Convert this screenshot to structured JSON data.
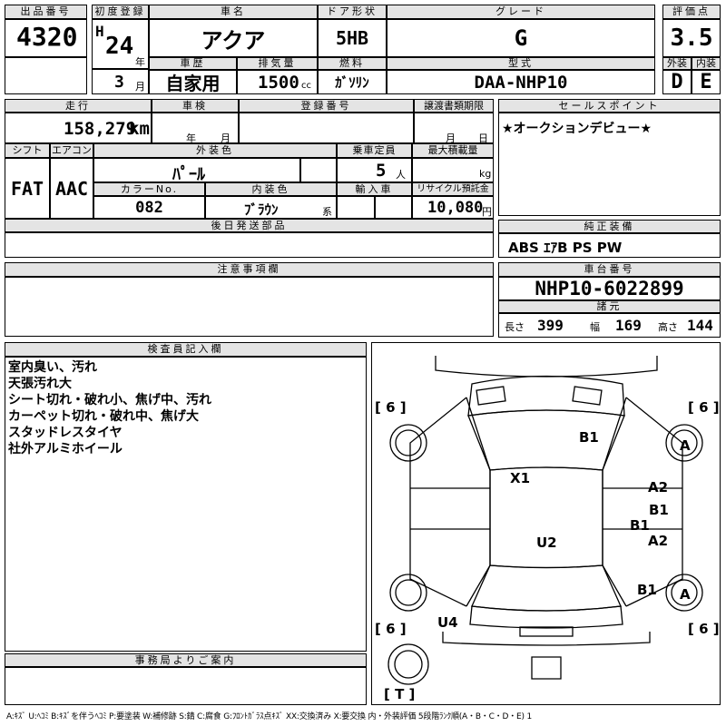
{
  "lot": {
    "label": "出品番号",
    "value": "4320"
  },
  "first_reg": {
    "label": "初度登録",
    "era": "H",
    "year": "24",
    "year_unit": "年",
    "month": "3",
    "month_unit": "月"
  },
  "car_name": {
    "label": "車名",
    "value": "アクア"
  },
  "door": {
    "label": "ドア形状",
    "value": "5HB"
  },
  "grade": {
    "label": "グレード",
    "value": "G"
  },
  "score": {
    "label": "評価点",
    "value": "3.5"
  },
  "history": {
    "label": "車歴",
    "value": "自家用"
  },
  "displacement": {
    "label": "排気量",
    "value": "1500",
    "unit": "cc"
  },
  "fuel": {
    "label": "燃料",
    "value": "ｶﾞｿﾘﾝ"
  },
  "model": {
    "label": "型式",
    "value": "DAA-NHP10"
  },
  "exterior": {
    "label": "外装",
    "value": "D"
  },
  "interior": {
    "label": "内装",
    "value": "E"
  },
  "mileage": {
    "label": "走行",
    "value": "158,279",
    "unit": "km"
  },
  "inspection": {
    "label": "車検",
    "year_unit": "年",
    "month_unit": "月"
  },
  "reg_no": {
    "label": "登録番号"
  },
  "transfer": {
    "label": "譲渡書類期限",
    "month_unit": "月",
    "day_unit": "日"
  },
  "sales_point": {
    "label": "セールスポイント",
    "value": "★オークションデビュー★"
  },
  "shift": {
    "label": "シフト",
    "value": "FAT"
  },
  "ac": {
    "label": "エアコン",
    "value": "AAC"
  },
  "ext_color": {
    "label": "外装色",
    "value": "ﾊﾟｰﾙ"
  },
  "capacity": {
    "label": "乗車定員",
    "value": "5",
    "unit": "人"
  },
  "max_load": {
    "label": "最大積載量",
    "unit": "kg"
  },
  "color_no": {
    "label": "カラーNo.",
    "value": "082"
  },
  "int_color": {
    "label": "内装色",
    "value": "ﾌﾞﾗｳﾝ",
    "unit": "系"
  },
  "import": {
    "label": "輸入車"
  },
  "recycle": {
    "label": "リサイクル預託金",
    "value": "10,080",
    "unit": "円"
  },
  "later_parts": {
    "label": "後日発送部品"
  },
  "equipment": {
    "label": "純正装備",
    "value": "ABS ｴｱB PS PW"
  },
  "notes": {
    "label": "注意事項欄"
  },
  "chassis": {
    "label": "車台番号",
    "value": "NHP10-6022899"
  },
  "specs": {
    "label": "諸元",
    "length_label": "長さ",
    "length": "399",
    "width_label": "幅",
    "width": "169",
    "height_label": "高さ",
    "height": "144"
  },
  "inspector": {
    "label": "検査員記入欄",
    "lines": [
      "室内臭い、汚れ",
      "天張汚れ大",
      "シート切れ・破れ小、焦げ中、汚れ",
      "カーペット切れ・破れ中、焦げ大",
      "スタッドレスタイヤ",
      "社外アルミホイール"
    ]
  },
  "office": {
    "label": "事務局よりご案内"
  },
  "diagram": {
    "marks": [
      "B1",
      "X1",
      "A2",
      "B1",
      "B1",
      "A2",
      "U2",
      "B1",
      "U4"
    ],
    "tires": [
      "[ 6 ]",
      "[ 6 ]",
      "[ 6 ]",
      "[ 6 ]"
    ],
    "wheels": [
      "A",
      "A"
    ],
    "spare": "[ T ]"
  },
  "legend": "A:ｷｽﾞ U:ﾍｺﾐ B:ｷｽﾞを伴うﾍｺﾐ P:要塗装 W:補修跡 S:錆 C:腐食 G:ﾌﾛﾝﾄｶﾞﾗｽ点ｷｽﾞ XX:交換済み X:要交換 内・外装評価 5段階ﾗﾝｸ順(A・B・C・D・E) 1"
}
